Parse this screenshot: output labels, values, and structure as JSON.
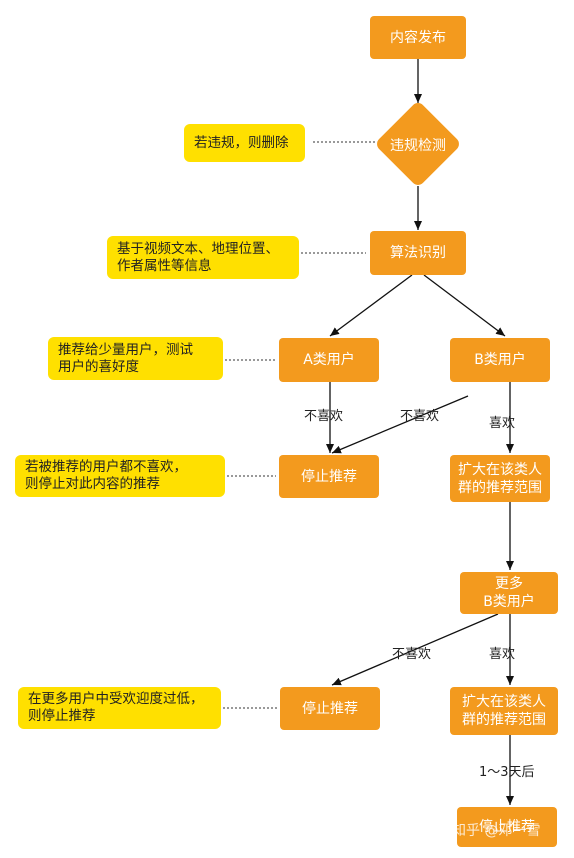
{
  "nodes": {
    "publish": "内容发布",
    "review": "违规检测",
    "algorithm": "算法识别",
    "group_a": "A类用户",
    "group_b": "B类用户",
    "stop_1": "停止推荐",
    "expand_1": "扩大在该类人\n群的推荐范围",
    "more_b": "更多\nB类用户",
    "stop_2": "停止推荐",
    "expand_2": "扩大在该类人\n群的推荐范围",
    "final": "停止推荐"
  },
  "notes": {
    "violation": "若违规，则删除",
    "features": "基于视频文本、地理位置、\n作者属性等信息",
    "test": "推荐给少量用户，测试\n用户的喜好度",
    "dislike_all": "若被推荐的用户都不喜欢，\n则停止对此内容的推荐",
    "low_like": "在更多用户中受欢迎度过低，\n则停止推荐"
  },
  "edge_labels": {
    "a_dislike": "不喜欢",
    "b_dislike": "不喜欢",
    "b_like": "喜欢",
    "more_dislike": "不喜欢",
    "more_like": "喜欢",
    "wait": "1～3天后"
  },
  "watermark": "知乎 @邓一雪",
  "colors": {
    "node": "#f39a1e",
    "note": "#ffe000",
    "line": "#111111"
  }
}
